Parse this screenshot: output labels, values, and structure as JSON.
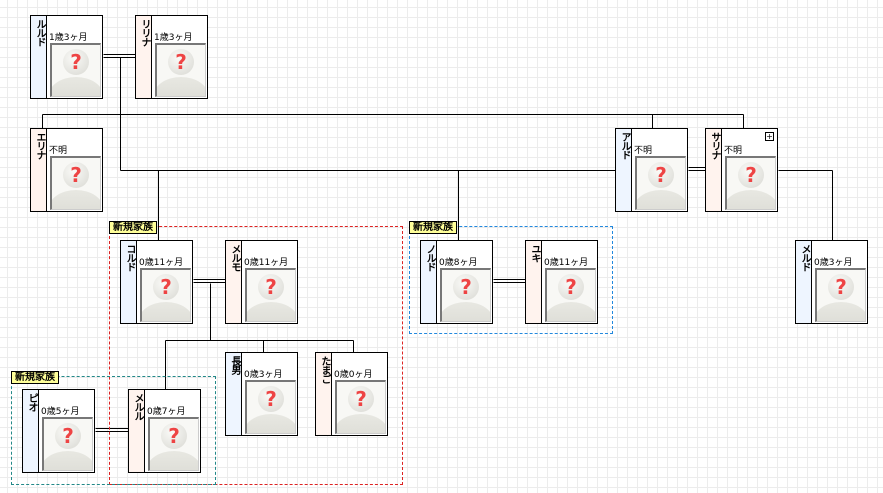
{
  "groups": [
    {
      "id": "g1",
      "label": "新規家族",
      "color": "#dd2222"
    },
    {
      "id": "g2",
      "label": "新規家族",
      "color": "#2288dd"
    },
    {
      "id": "g3",
      "label": "新規家族",
      "color": "#228888"
    }
  ],
  "people": [
    {
      "id": "ruldo",
      "name": "ルルド",
      "age": "1歳3ヶ月",
      "gender": "male",
      "photo": "unknown-avatar-icon"
    },
    {
      "id": "ririna",
      "name": "リリナ",
      "age": "1歳3ヶ月",
      "gender": "female",
      "photo": "unknown-avatar-icon"
    },
    {
      "id": "erina",
      "name": "エリナ",
      "age": "不明",
      "gender": "female",
      "photo": "unknown-avatar-icon"
    },
    {
      "id": "arudo",
      "name": "アルド",
      "age": "不明",
      "gender": "male",
      "photo": "unknown-avatar-icon"
    },
    {
      "id": "sarina",
      "name": "サリナ",
      "age": "不明",
      "gender": "female",
      "photo": "unknown-avatar-icon",
      "has_expand": true
    },
    {
      "id": "korudo",
      "name": "コルド",
      "age": "0歳11ヶ月",
      "gender": "male",
      "photo": "unknown-avatar-icon"
    },
    {
      "id": "merumo",
      "name": "メルモ",
      "age": "0歳11ヶ月",
      "gender": "female",
      "photo": "unknown-avatar-icon"
    },
    {
      "id": "norudo",
      "name": "ノルド",
      "age": "0歳8ヶ月",
      "gender": "male",
      "photo": "unknown-avatar-icon"
    },
    {
      "id": "yuki",
      "name": "ユキ",
      "age": "0歳11ヶ月",
      "gender": "female",
      "photo": "unknown-avatar-icon"
    },
    {
      "id": "merudo",
      "name": "メルド",
      "age": "0歳3ヶ月",
      "gender": "male",
      "photo": "unknown-avatar-icon"
    },
    {
      "id": "chonan",
      "name": "長男",
      "age": "0歳3ヶ月",
      "gender": "male",
      "photo": "unknown-avatar-icon"
    },
    {
      "id": "tamago",
      "name": "たまご",
      "age": "0歳0ヶ月",
      "gender": "female",
      "photo": "unknown-avatar-icon"
    },
    {
      "id": "pio",
      "name": "ピオ",
      "age": "0歳5ヶ月",
      "gender": "male",
      "photo": "unknown-avatar-icon"
    },
    {
      "id": "meruru",
      "name": "メルル",
      "age": "0歳7ヶ月",
      "gender": "female",
      "photo": "unknown-avatar-icon"
    }
  ],
  "marriages": [
    [
      "ruldo",
      "ririna"
    ],
    [
      "arudo",
      "sarina"
    ],
    [
      "korudo",
      "merumo"
    ],
    [
      "norudo",
      "yuki"
    ],
    [
      "pio",
      "meruru"
    ]
  ],
  "parent_child": [
    {
      "parents": [
        "ruldo",
        "ririna"
      ],
      "children": [
        "erina",
        "arudo",
        "korudo",
        "norudo"
      ]
    },
    {
      "parents": [
        "arudo",
        "sarina"
      ],
      "children": [
        "merudo"
      ]
    },
    {
      "parents": [
        "korudo",
        "merumo"
      ],
      "children": [
        "chonan",
        "tamago",
        "meruru"
      ]
    }
  ],
  "icons": {
    "expand": "expand-icon",
    "question": "?"
  }
}
